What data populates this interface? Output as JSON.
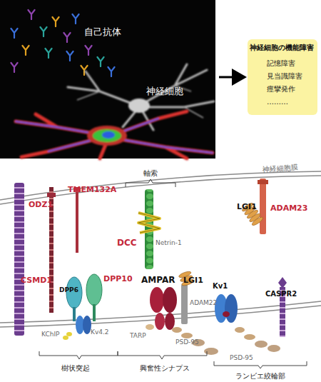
{
  "diagram": {
    "nodes": [
      {
        "text": [
          "自己抗体",
          "神経細胞"
        ]
      },
      {
        "text": [
          "神経細胞の機能障害",
          "記憶障害",
          "見当識障害",
          "痙攣発作",
          "………"
        ]
      }
    ],
    "edges": [
      {
        "from": 0,
        "to": 1,
        "arrow": "to"
      }
    ],
    "labels": [
      "神経細胞膜",
      "軸索",
      "ODZ1",
      "TMEM132A",
      "DCC",
      "Netrin-1",
      "LGI1",
      "ADAM23",
      "CSMD1",
      "DPP6",
      "DPP10",
      "AMPAR",
      "LGI1",
      "ADAM22",
      "Kv1",
      "CASPR2",
      "KChIP",
      "Kv4.2",
      "TARP",
      "PSD-95",
      "PSD-95",
      "樹状突起",
      "興奮性シナプス",
      "ランビエ絞輪部"
    ]
  }
}
